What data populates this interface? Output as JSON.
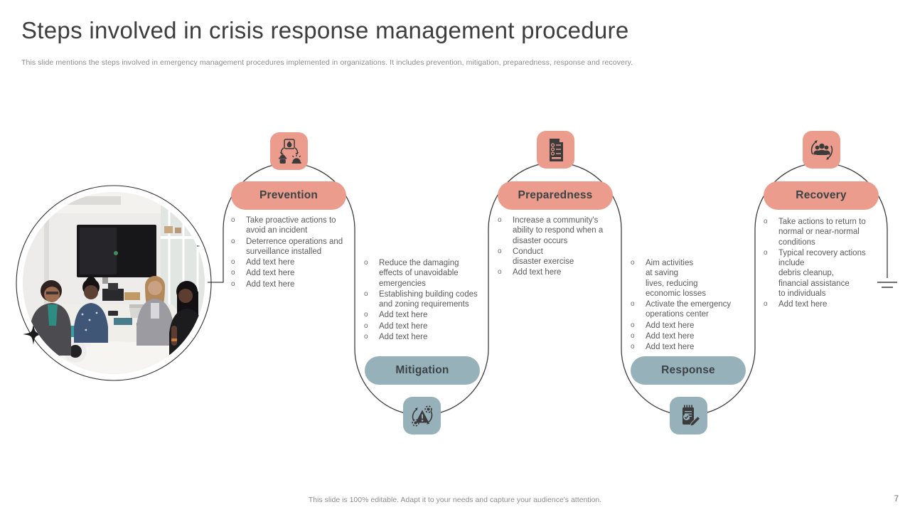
{
  "slide": {
    "title": "Steps involved in crisis response management procedure",
    "subtitle": "This slide mentions the steps involved in emergency management procedures implemented in organizations. It includes prevention, mitigation, preparedness, response and recovery.",
    "footer": "This slide is 100% editable. Adapt it to your needs and capture your audience's attention.",
    "page_number": "7"
  },
  "ui": {
    "bullet_marker": "o"
  },
  "colors": {
    "salmon": "#EB9C8D",
    "bluegray": "#97B1BB",
    "line": "#3d3d3d",
    "text": "#5a5a5a"
  },
  "photo": {
    "alt": "team-meeting-in-conference-room"
  },
  "steps": [
    {
      "name": "Prevention",
      "icon": "fire-prevention-icon",
      "color": "salmon",
      "bullets": [
        "Take proactive actions to\navoid an incident",
        "Deterrence operations and\nsurveillance installed",
        "Add text here",
        "Add text here",
        "Add text here"
      ]
    },
    {
      "name": "Mitigation",
      "icon": "warning-gears-icon",
      "color": "bluegray",
      "bullets": [
        "Reduce the damaging\neffects of unavoidable\nemergencies",
        "Establishing building codes\nand zoning requirements",
        "Add text here",
        "Add text here",
        "Add text here"
      ]
    },
    {
      "name": "Preparedness",
      "icon": "checklist-document-icon",
      "color": "salmon",
      "bullets": [
        "Increase a community's\nability to respond when a\ndisaster occurs",
        "Conduct\ndisaster exercise",
        "Add text here"
      ]
    },
    {
      "name": "Response",
      "icon": "notepad-check-pencil-icon",
      "color": "bluegray",
      "bullets": [
        "Aim activities\nat saving\nlives, reducing\neconomic losses",
        "Activate the emergency\noperations center",
        "Add text here",
        "Add text here",
        "Add text here"
      ]
    },
    {
      "name": "Recovery",
      "icon": "people-recovery-cycle-icon",
      "color": "salmon",
      "bullets": [
        "Take actions to return to\nnormal or near-normal\nconditions",
        "Typical recovery actions\ninclude\ndebris cleanup,\nfinancial assistance\nto individuals",
        "Add text here"
      ]
    }
  ]
}
